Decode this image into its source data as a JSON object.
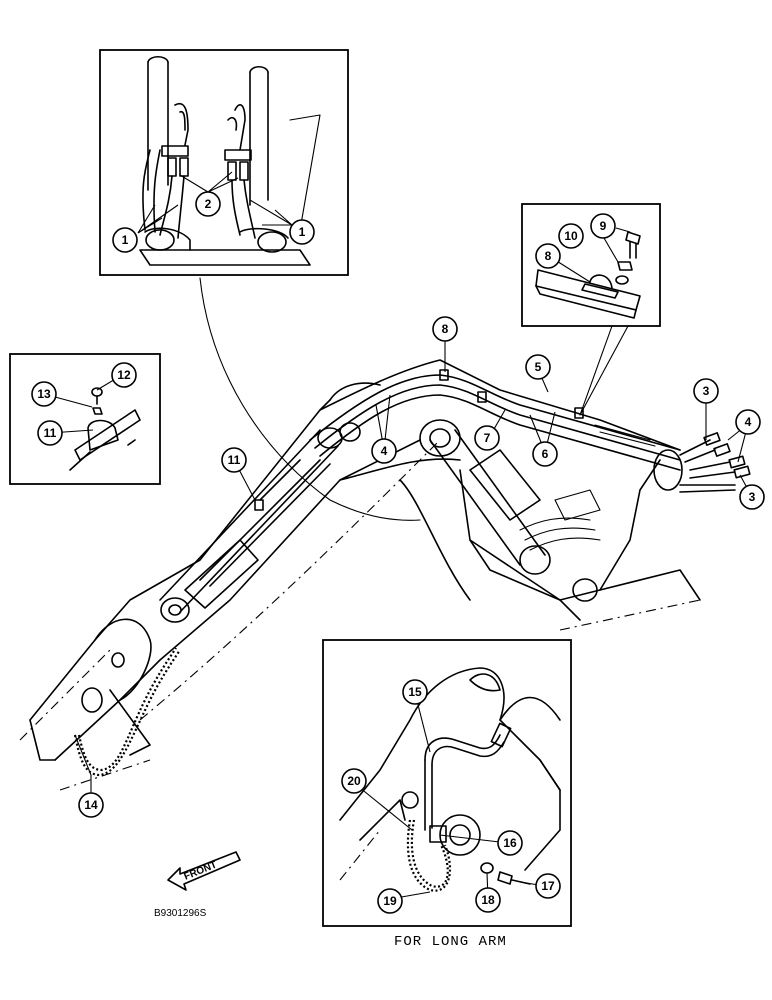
{
  "drawing_code": "B9301296S",
  "caption": "FOR LONG ARM",
  "front_label": "FRONT",
  "callouts": {
    "c1a": "1",
    "c2": "2",
    "c1b": "1",
    "c9": "9",
    "c10": "10",
    "c8a": "8",
    "c8": "8",
    "c5": "5",
    "c3a": "3",
    "c4a": "4",
    "c3b": "3",
    "c12": "12",
    "c13": "13",
    "c11a": "11",
    "c11": "11",
    "c4": "4",
    "c7": "7",
    "c6": "6",
    "c14": "14",
    "c15": "15",
    "c20": "20",
    "c16": "16",
    "c17": "17",
    "c18": "18",
    "c19": "19"
  }
}
